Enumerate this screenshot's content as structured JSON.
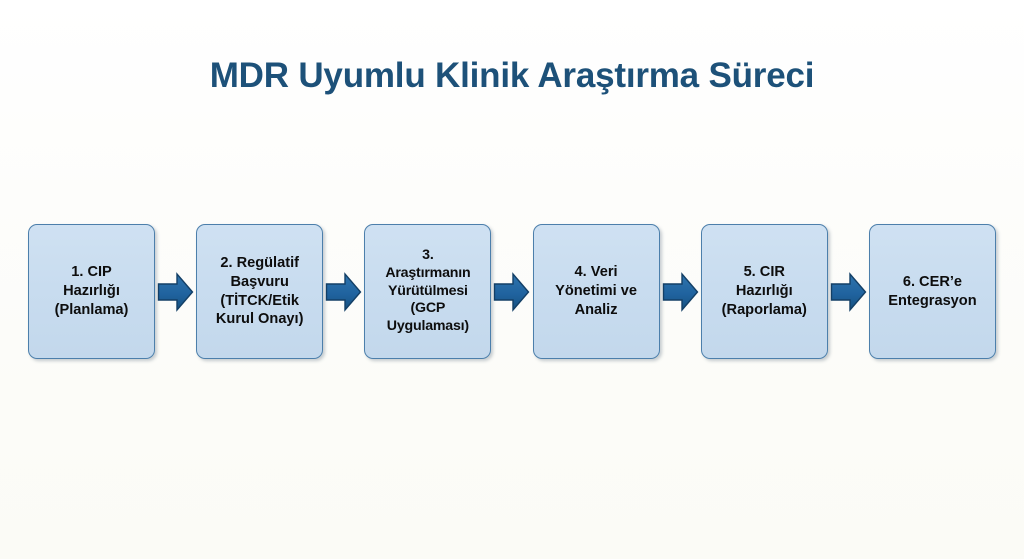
{
  "slide": {
    "title": "MDR Uyumlu Klinik Araştırma Süreci",
    "background_color": "#fdfdfa",
    "title_color": "#1d5179",
    "box_fill_color": "#c8dcef",
    "box_border_color": "#4c7fab",
    "arrow_color": "#20639f",
    "text_color": "#0d0d0d"
  },
  "flow": {
    "steps": [
      {
        "id": "step-1",
        "label": "1. CIP\nHazırlığı\n(Planlama)"
      },
      {
        "id": "step-2",
        "label": "2. Regülatif\nBaşvuru\n(TİTCK/Etik\nKurul Onayı)"
      },
      {
        "id": "step-3",
        "label": "3.\nAraştırmanın\nYürütülmesi\n(GCP\nUygulaması)"
      },
      {
        "id": "step-4",
        "label": "4. Veri\nYönetimi ve\nAnaliz"
      },
      {
        "id": "step-5",
        "label": "5. CIR\nHazırlığı\n(Raporlama)"
      },
      {
        "id": "step-6",
        "label": "6. CER’e\nEntegrasyon"
      }
    ],
    "connectors": [
      {
        "id": "arrow-1",
        "icon": "right-arrow-icon"
      },
      {
        "id": "arrow-2",
        "icon": "right-arrow-icon"
      },
      {
        "id": "arrow-3",
        "icon": "right-arrow-icon"
      },
      {
        "id": "arrow-4",
        "icon": "right-arrow-icon"
      },
      {
        "id": "arrow-5",
        "icon": "right-arrow-icon"
      }
    ]
  }
}
